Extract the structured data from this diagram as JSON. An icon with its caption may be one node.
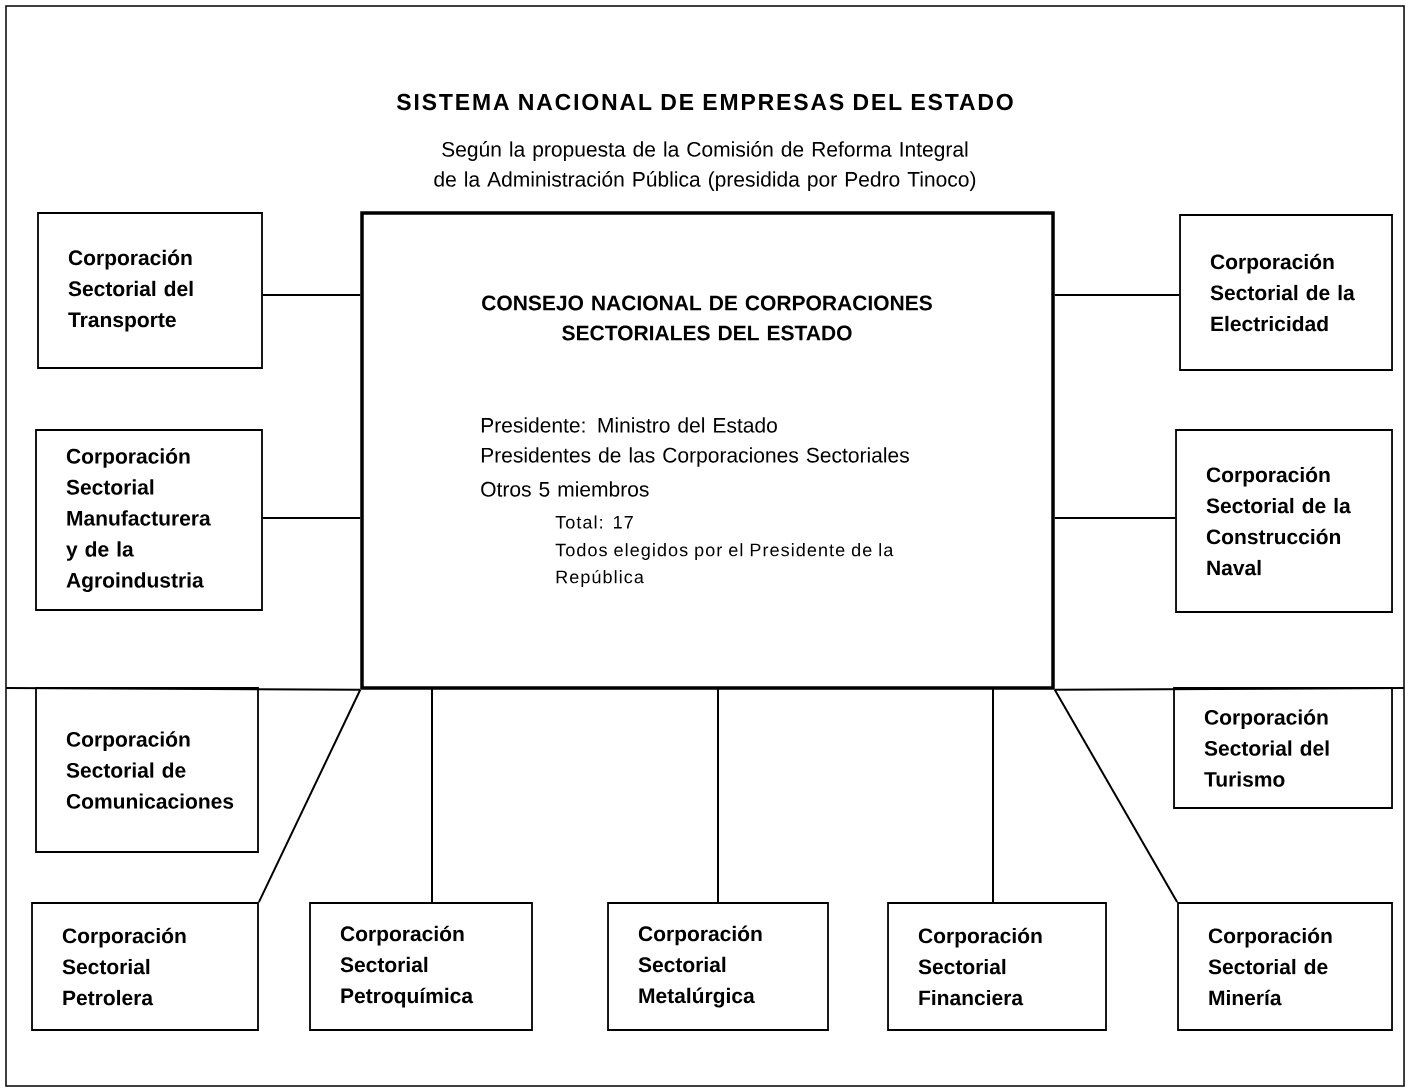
{
  "diagram": {
    "title": "SISTEMA NACIONAL DE EMPRESAS DEL ESTADO",
    "nodes": [
      {
        "text": [
          "Corporación Sectorial del Transporte"
        ]
      },
      {
        "text": [
          "CONSEJO NACIONAL DE CORPORACIONES SECTORIALES DEL ESTADO",
          "Presidente: Ministro del Estado",
          "Presidentes de las Corporaciones Sectoriales",
          "Otros 5 miembros",
          "Total:    17",
          "Todos elegidos por el Presidente de la República"
        ]
      },
      {
        "text": [
          "Corporación Sectorial de la Electricidad"
        ]
      },
      {
        "text": [
          "Corporación Sectorial Manufacturera y de la Agroindustria"
        ]
      },
      {
        "text": [
          "Corporación Sectorial de la Construcción Naval"
        ]
      },
      {
        "text": [
          "Corporación Sectorial de Comunicaciones"
        ]
      },
      {
        "text": [
          "Corporación Sectorial del Turismo"
        ]
      },
      {
        "text": [
          "Corporación Sectorial Petrolera"
        ]
      },
      {
        "text": [
          "Corporación Sectorial Petroquímica"
        ]
      },
      {
        "text": [
          "Corporación Sectorial Metalúrgica"
        ]
      },
      {
        "text": [
          "Corporación Sectorial Financiera"
        ]
      },
      {
        "text": [
          "Corporación Sectorial de Minería"
        ]
      }
    ],
    "edges": [
      {
        "from": 1,
        "to": 0,
        "arrow": "none"
      },
      {
        "from": 1,
        "to": 2,
        "arrow": "none"
      },
      {
        "from": 1,
        "to": 3,
        "arrow": "none"
      },
      {
        "from": 1,
        "to": 4,
        "arrow": "none"
      },
      {
        "from": 1,
        "to": 5,
        "arrow": "none"
      },
      {
        "from": 1,
        "to": 6,
        "arrow": "none"
      },
      {
        "from": 1,
        "to": 7,
        "arrow": "none"
      },
      {
        "from": 1,
        "to": 8,
        "arrow": "none"
      },
      {
        "from": 1,
        "to": 9,
        "arrow": "none"
      },
      {
        "from": 1,
        "to": 10,
        "arrow": "none"
      },
      {
        "from": 1,
        "to": 11,
        "arrow": "none"
      }
    ],
    "labels": [
      "Según la propuesta de la Comisión de Reforma Integral de la Administración Pública (presidida por Pedro Tinoco)"
    ]
  }
}
